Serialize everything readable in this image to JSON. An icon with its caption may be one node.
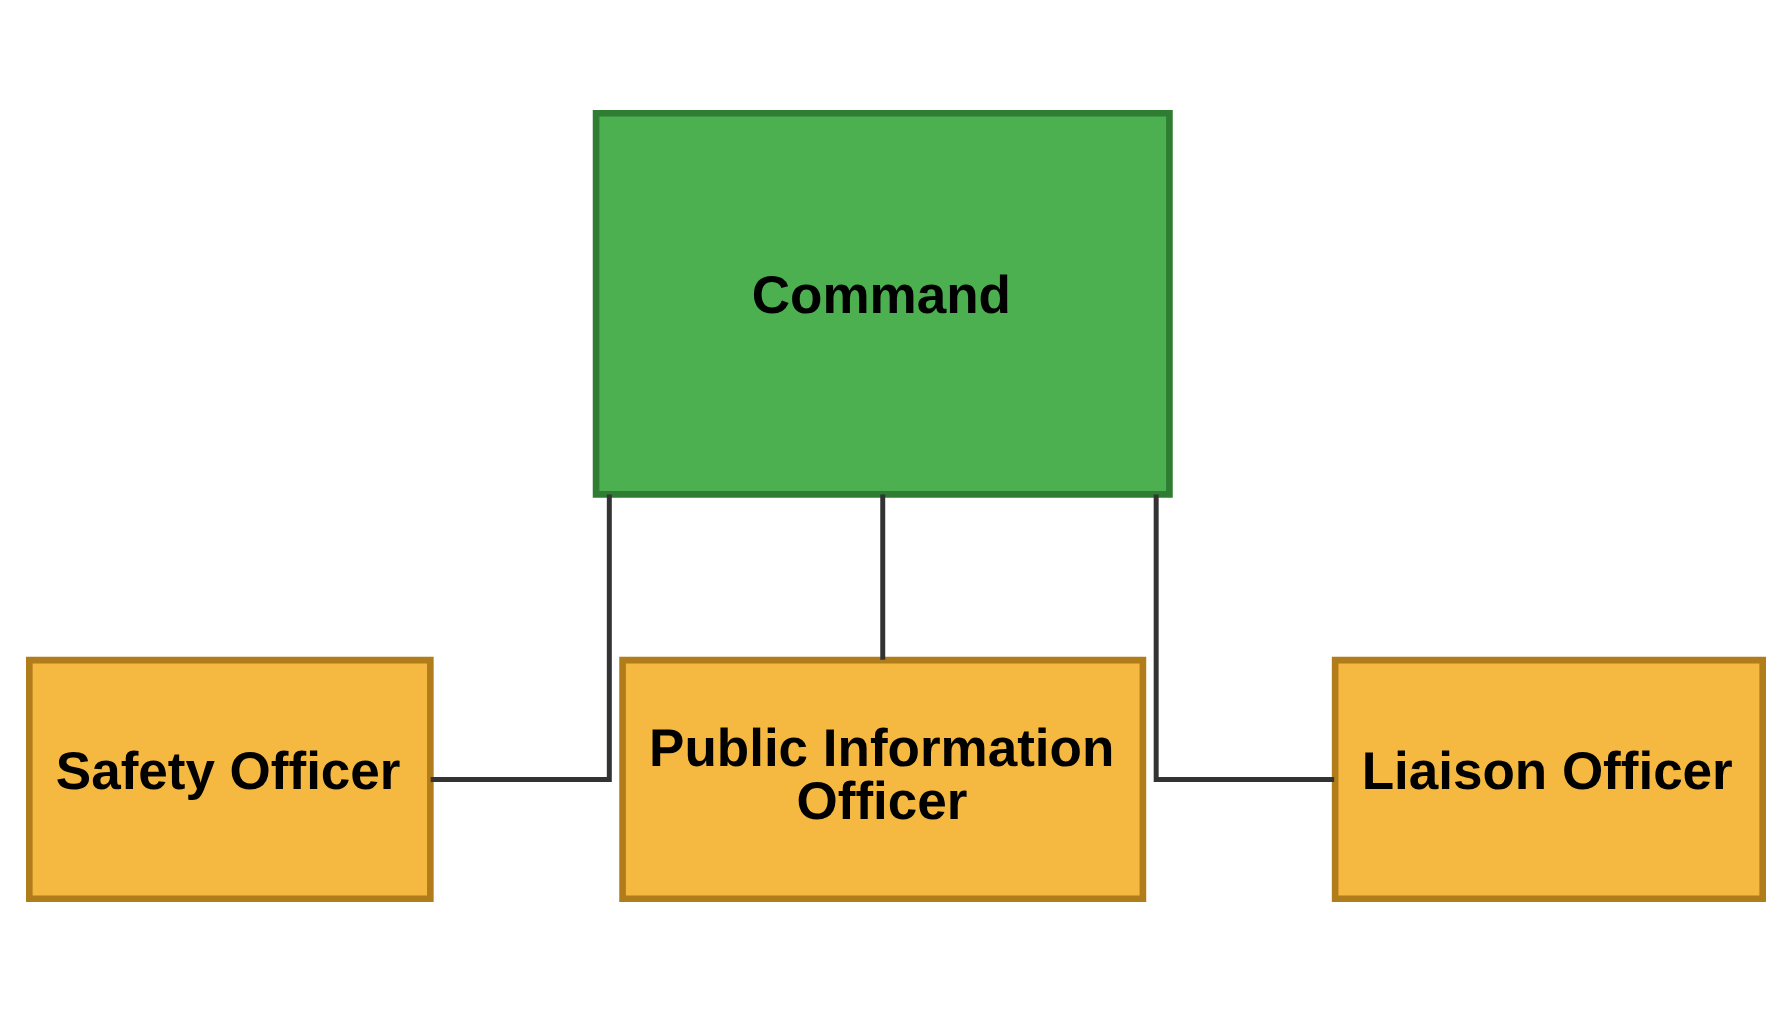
{
  "diagram": {
    "nodes": [
      {
        "text": [
          "Command"
        ]
      },
      {
        "text": [
          "Safety Officer"
        ]
      },
      {
        "text": [
          "Public Information Officer"
        ]
      },
      {
        "text": [
          "Liaison Officer"
        ]
      }
    ],
    "edges": [
      {
        "from": 0,
        "to": 1,
        "arrow": "none"
      },
      {
        "from": 0,
        "to": 2,
        "arrow": "none"
      },
      {
        "from": 0,
        "to": 3,
        "arrow": "none"
      }
    ]
  }
}
